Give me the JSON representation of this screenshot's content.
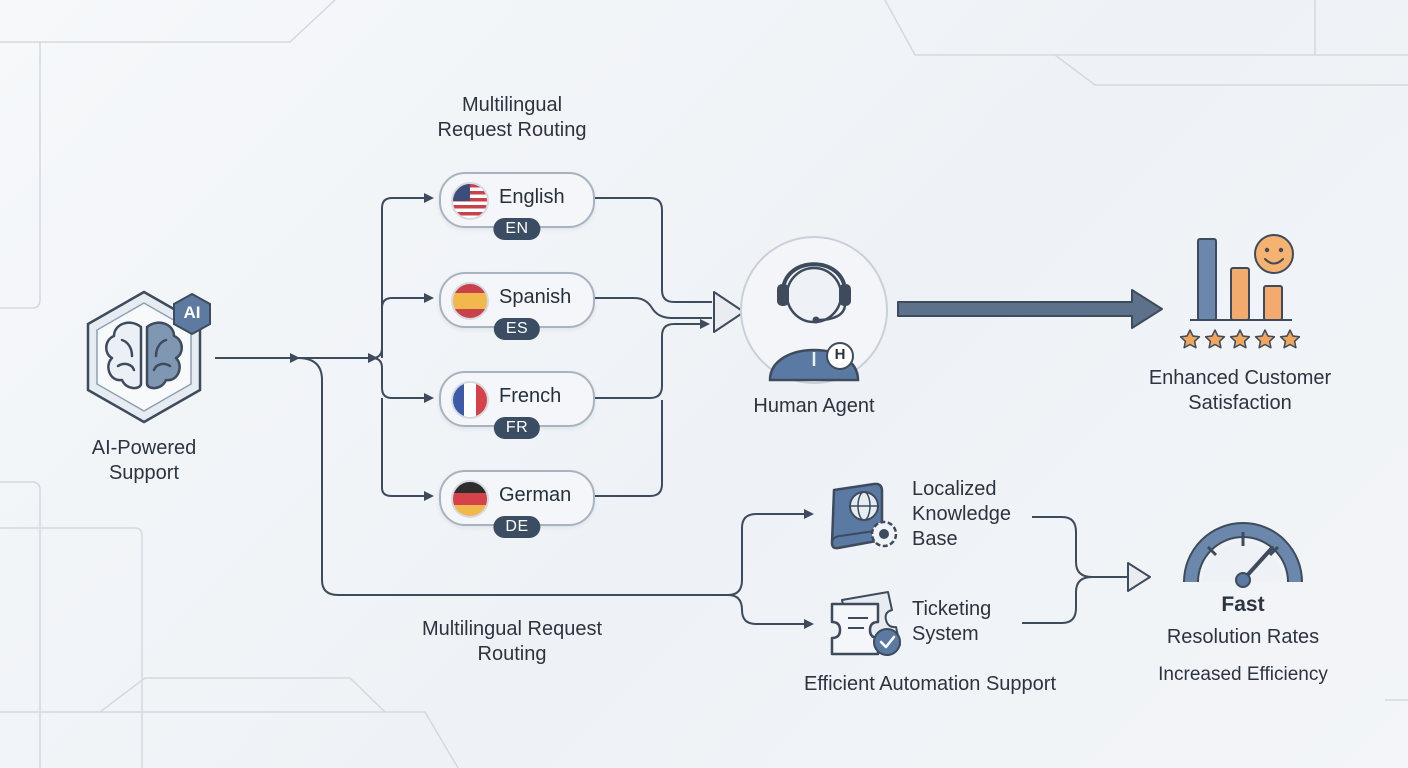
{
  "ai_node": {
    "badge": "AI",
    "label": "AI-Powered\nSupport"
  },
  "routing_top_label": "Multilingual\nRequest Routing",
  "routing_bottom_label": "Multilingual Request\nRouting",
  "languages": [
    {
      "name": "English",
      "code": "EN",
      "flag_icon": "us-flag-icon"
    },
    {
      "name": "Spanish",
      "code": "ES",
      "flag_icon": "spain-flag-icon"
    },
    {
      "name": "French",
      "code": "FR",
      "flag_icon": "france-flag-icon"
    },
    {
      "name": "German",
      "code": "DE",
      "flag_icon": "germany-flag-icon"
    }
  ],
  "human_agent": {
    "label": "Human Agent",
    "badge": "H"
  },
  "satisfaction": {
    "label": "Enhanced Customer\nSatisfaction"
  },
  "knowledge_base": {
    "label": "Localized\nKnowledge\nBase"
  },
  "ticketing": {
    "label": "Ticketing\nSystem"
  },
  "automation_label": "Efficient Automation Support",
  "resolution": {
    "title": "Fast",
    "subtitle": "Resolution Rates",
    "caption": "Increased Efficiency"
  },
  "colors": {
    "line": "#3e4b5c",
    "accent_orange": "#f0a260",
    "accent_blue": "#5b7ea8",
    "dark_navy": "#3b4d63"
  }
}
